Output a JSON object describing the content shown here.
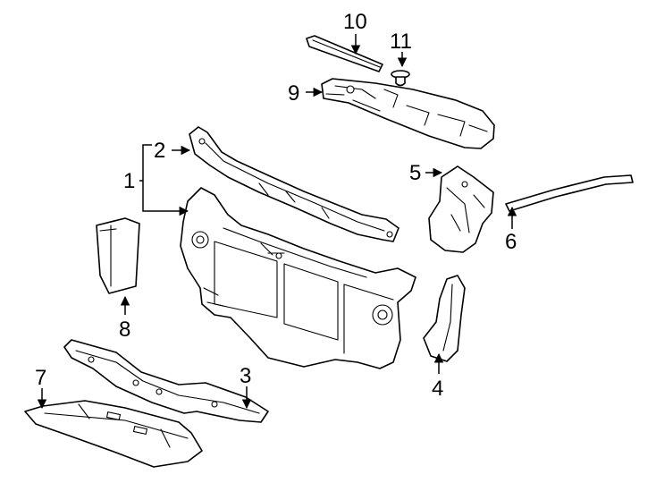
{
  "diagram": {
    "callouts": [
      {
        "id": "c1",
        "label": "1"
      },
      {
        "id": "c2",
        "label": "2"
      },
      {
        "id": "c3",
        "label": "3"
      },
      {
        "id": "c4",
        "label": "4"
      },
      {
        "id": "c5",
        "label": "5"
      },
      {
        "id": "c6",
        "label": "6"
      },
      {
        "id": "c7",
        "label": "7"
      },
      {
        "id": "c8",
        "label": "8"
      },
      {
        "id": "c9",
        "label": "9"
      },
      {
        "id": "c10",
        "label": "10"
      },
      {
        "id": "c11",
        "label": "11"
      }
    ]
  },
  "colors": {
    "line": "#000000",
    "background": "#ffffff"
  }
}
